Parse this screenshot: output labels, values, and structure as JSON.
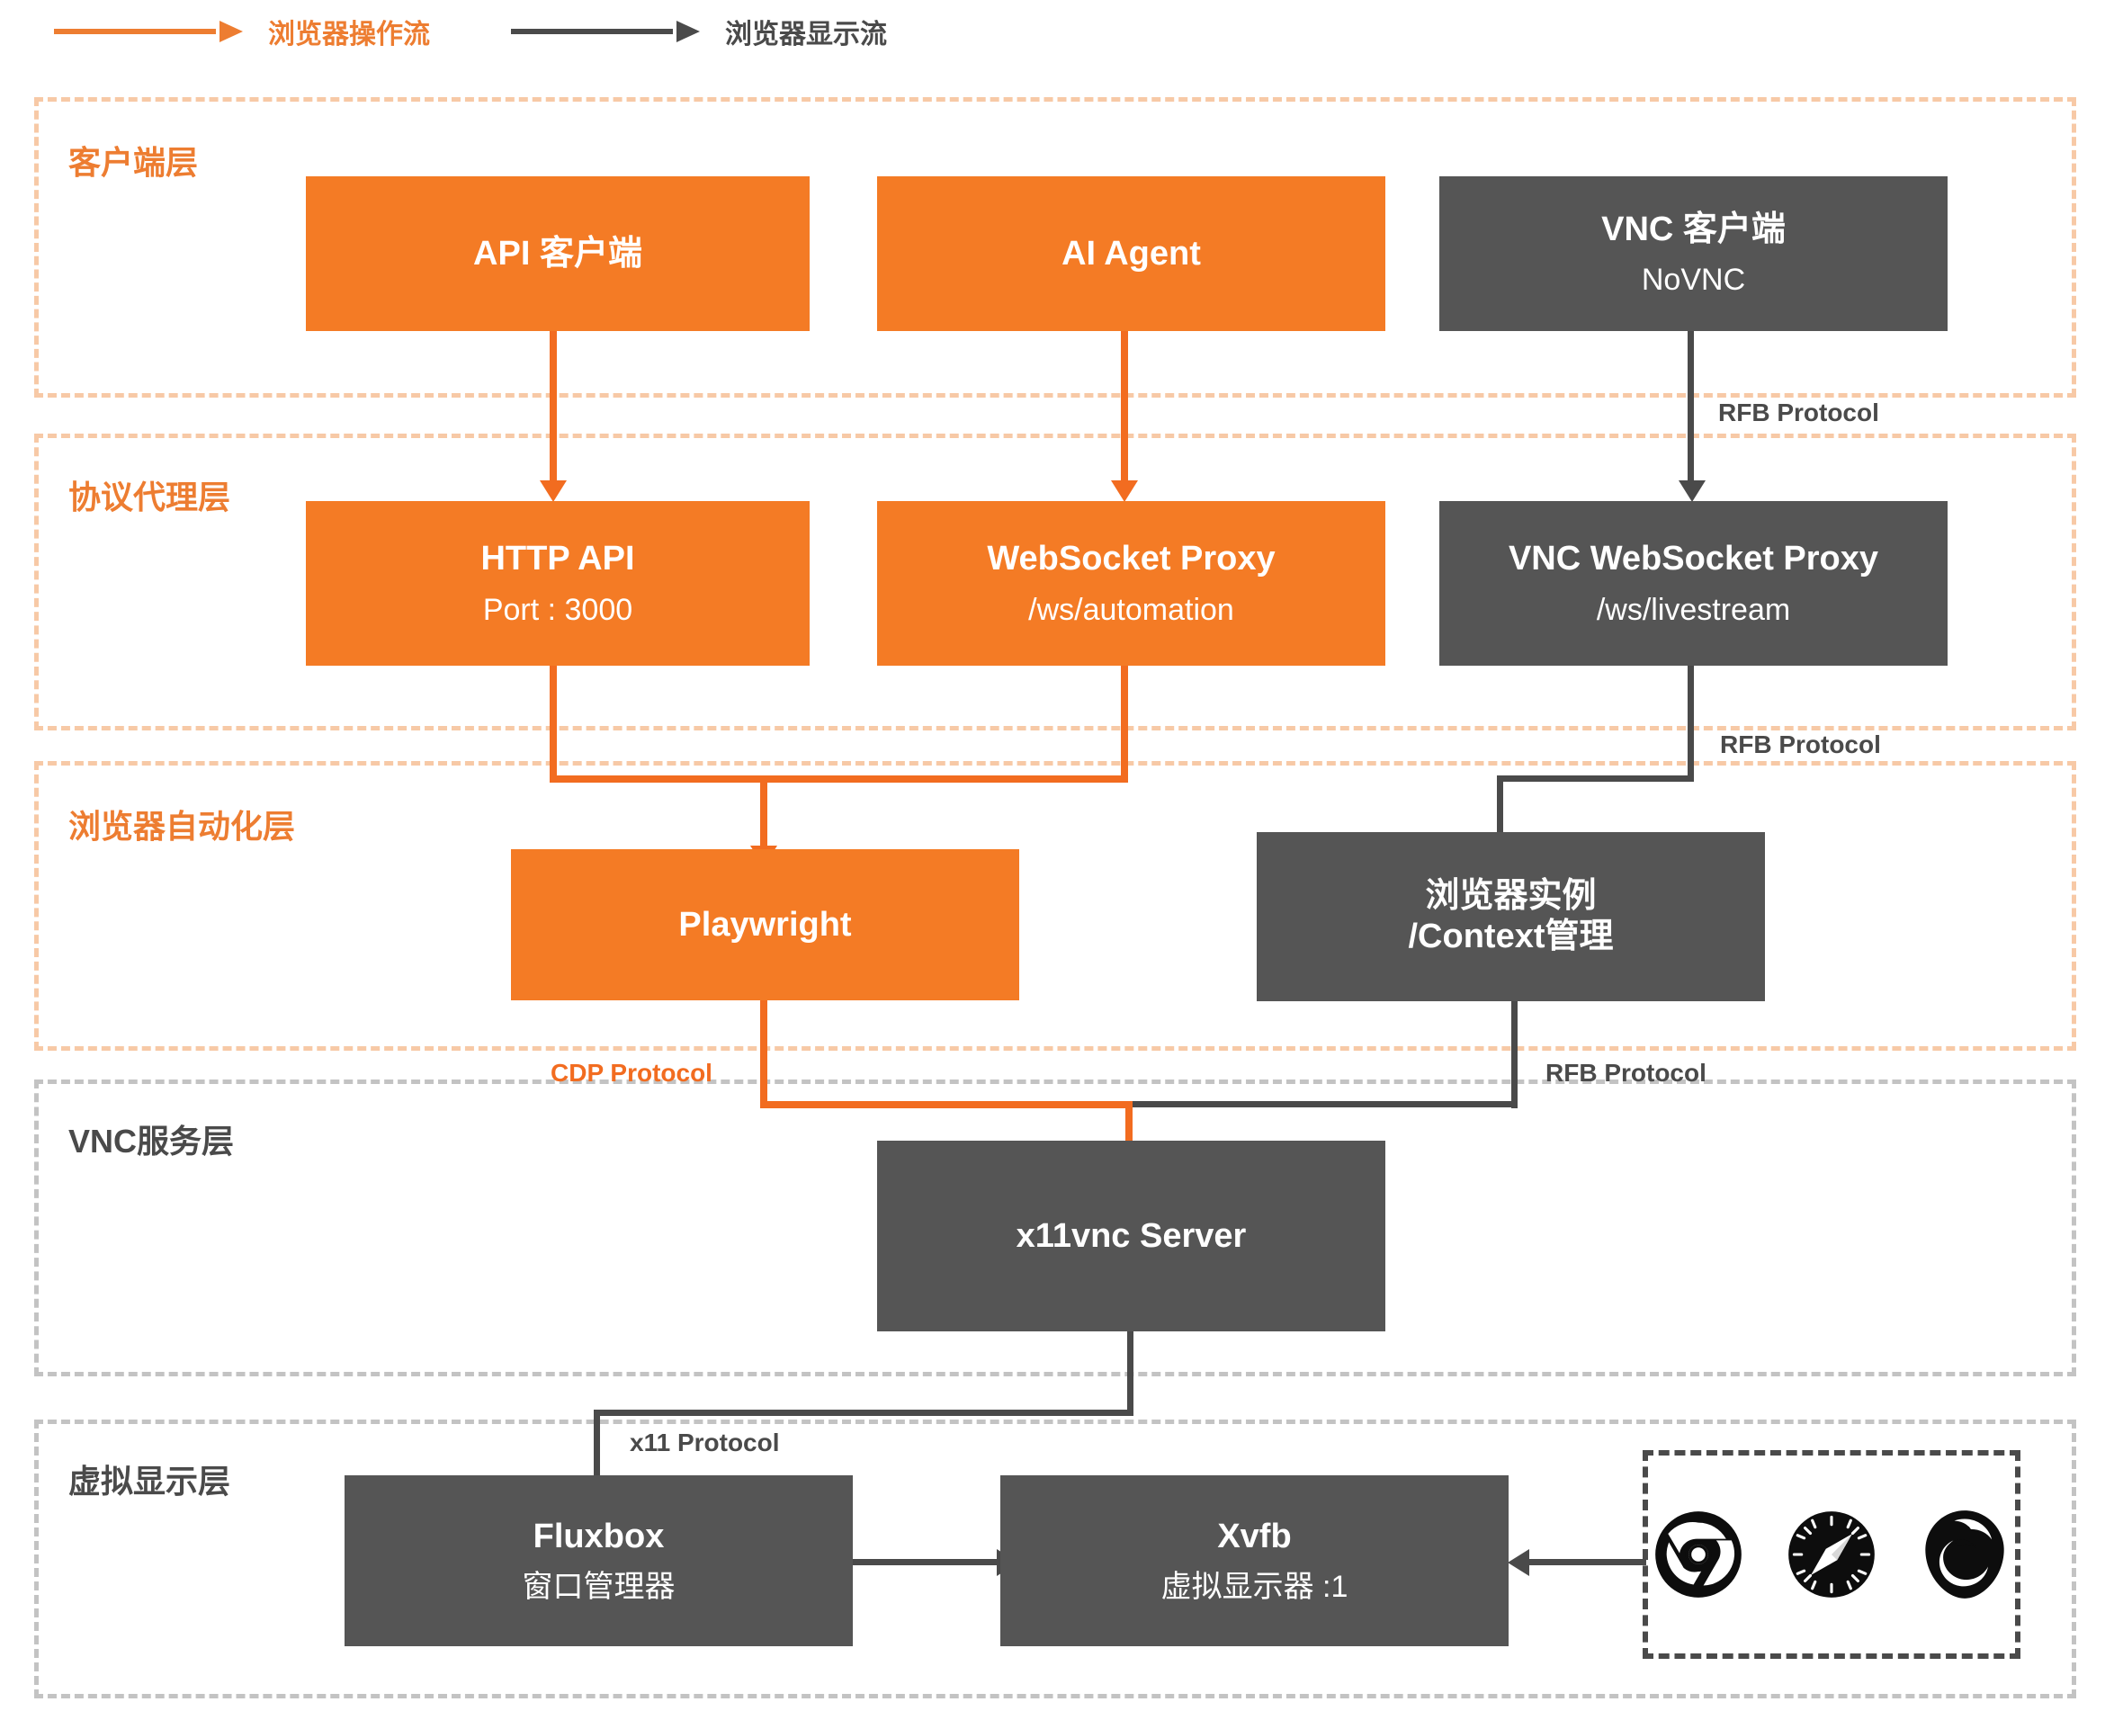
{
  "legend": {
    "items": [
      {
        "label": "浏览器操作流",
        "color": "#ED7D31",
        "icon": "arrow-right-icon"
      },
      {
        "label": "浏览器显示流",
        "color": "#4A4A4A",
        "icon": "arrow-right-icon"
      }
    ]
  },
  "layers": [
    {
      "id": "client",
      "title": "客户端层",
      "style": "orange"
    },
    {
      "id": "protocol",
      "title": "协议代理层",
      "style": "orange"
    },
    {
      "id": "automation",
      "title": "浏览器自动化层",
      "style": "orange"
    },
    {
      "id": "vnc",
      "title": "VNC服务层",
      "style": "gray"
    },
    {
      "id": "display",
      "title": "虚拟显示层",
      "style": "gray"
    }
  ],
  "nodes": {
    "api_client": {
      "title": "API 客户端",
      "sub": "",
      "style": "orange"
    },
    "ai_agent": {
      "title": "AI Agent",
      "sub": "",
      "style": "orange"
    },
    "vnc_client": {
      "title": "VNC 客户端",
      "sub": "NoVNC",
      "style": "gray"
    },
    "http_api": {
      "title": "HTTP API",
      "sub": "Port : 3000",
      "style": "orange"
    },
    "ws_proxy": {
      "title": "WebSocket Proxy",
      "sub": "/ws/automation",
      "style": "orange"
    },
    "vnc_ws_proxy": {
      "title": "VNC WebSocket Proxy",
      "sub": "/ws/livestream",
      "style": "gray"
    },
    "playwright": {
      "title": "Playwright",
      "sub": "",
      "style": "orange"
    },
    "browser_context": {
      "title_line1": "浏览器实例",
      "title_line2": "/Context管理",
      "style": "gray"
    },
    "x11vnc": {
      "title": "x11vnc Server",
      "sub": "",
      "style": "gray"
    },
    "fluxbox": {
      "title": "Fluxbox",
      "sub": "窗口管理器",
      "style": "gray"
    },
    "xvfb": {
      "title": "Xvfb",
      "sub": "虚拟显示器 :1",
      "style": "gray"
    }
  },
  "edge_labels": {
    "rfb_top": "RFB Protocol",
    "rfb_mid": "RFB Protocol",
    "rfb_bottom": "RFB Protocol",
    "cdp": "CDP Protocol",
    "x11": "x11 Protocol"
  },
  "browsers": {
    "icons": [
      {
        "name": "chrome-icon",
        "label": "Chrome"
      },
      {
        "name": "safari-icon",
        "label": "Safari"
      },
      {
        "name": "firefox-icon",
        "label": "Firefox"
      }
    ]
  },
  "colors": {
    "orange_fill": "#F47B25",
    "orange_line": "#F26C20",
    "orange_dash": "#F7C9A6",
    "gray_fill": "#555555",
    "gray_line": "#4A4A4A",
    "gray_dash": "#C3C3C3"
  }
}
